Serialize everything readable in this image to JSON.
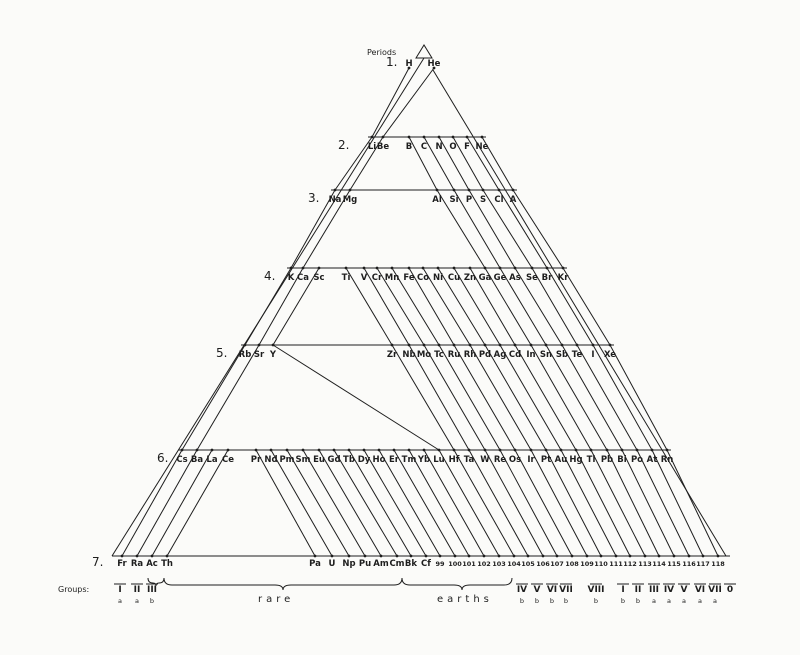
{
  "periods_label": "Periods",
  "groups_label": "Groups:",
  "rare_label": "rare",
  "earths_label": "earths",
  "periods": [
    {
      "label": "1.",
      "elements": [
        "H",
        "He"
      ]
    },
    {
      "label": "2.",
      "elements": [
        "Li",
        "Be",
        "B",
        "C",
        "N",
        "O",
        "F",
        "Ne"
      ]
    },
    {
      "label": "3.",
      "elements": [
        "Na",
        "Mg",
        "Al",
        "Si",
        "P",
        "S",
        "Cl",
        "A"
      ]
    },
    {
      "label": "4.",
      "elements": [
        "K",
        "Ca",
        "Sc",
        "Ti",
        "V",
        "Cr",
        "Mn",
        "Fe",
        "Co",
        "Ni",
        "Cu",
        "Zn",
        "Ga",
        "Ge",
        "As",
        "Se",
        "Br",
        "Kr"
      ]
    },
    {
      "label": "5.",
      "elements": [
        "Rb",
        "Sr",
        "Y",
        "Zr",
        "Nb",
        "Mo",
        "Tc",
        "Ru",
        "Rh",
        "Pd",
        "Ag",
        "Cd",
        "In",
        "Sn",
        "Sb",
        "Te",
        "I",
        "Xe"
      ]
    },
    {
      "label": "6.",
      "elements": [
        "Cs",
        "Ba",
        "La",
        "Ce",
        "Pr",
        "Nd",
        "Pm",
        "Sm",
        "Eu",
        "Gd",
        "Tb",
        "Dy",
        "Ho",
        "Er",
        "Tm",
        "Yb",
        "Lu",
        "Hf",
        "Ta",
        "W",
        "Re",
        "Os",
        "Ir",
        "Pt",
        "Au",
        "Hg",
        "Tl",
        "Pb",
        "Bi",
        "Po",
        "At",
        "Rn"
      ]
    },
    {
      "label": "7.",
      "elements": [
        "Fr",
        "Ra",
        "Ac",
        "Th",
        "Pa",
        "U",
        "Np",
        "Pu",
        "Am",
        "Cm",
        "Bk",
        "Cf",
        "99",
        "100",
        "101",
        "102",
        "103",
        "104",
        "105",
        "106",
        "107",
        "108",
        "109",
        "110",
        "111",
        "112",
        "113",
        "114",
        "115",
        "116",
        "117",
        "118"
      ]
    }
  ],
  "groups": [
    {
      "numeral": "I",
      "sub": "a"
    },
    {
      "numeral": "II",
      "sub": "a"
    },
    {
      "numeral": "III",
      "sub": "b"
    },
    {
      "numeral": "IV",
      "sub": "b"
    },
    {
      "numeral": "V",
      "sub": "b"
    },
    {
      "numeral": "VI",
      "sub": "b"
    },
    {
      "numeral": "VII",
      "sub": "b"
    },
    {
      "numeral": "VIII",
      "sub": "b"
    },
    {
      "numeral": "I",
      "sub": "b"
    },
    {
      "numeral": "II",
      "sub": "b"
    },
    {
      "numeral": "III",
      "sub": "a"
    },
    {
      "numeral": "IV",
      "sub": "a"
    },
    {
      "numeral": "V",
      "sub": "a"
    },
    {
      "numeral": "VI",
      "sub": "a"
    },
    {
      "numeral": "VII",
      "sub": "a"
    },
    {
      "numeral": "0",
      "sub": ""
    }
  ]
}
